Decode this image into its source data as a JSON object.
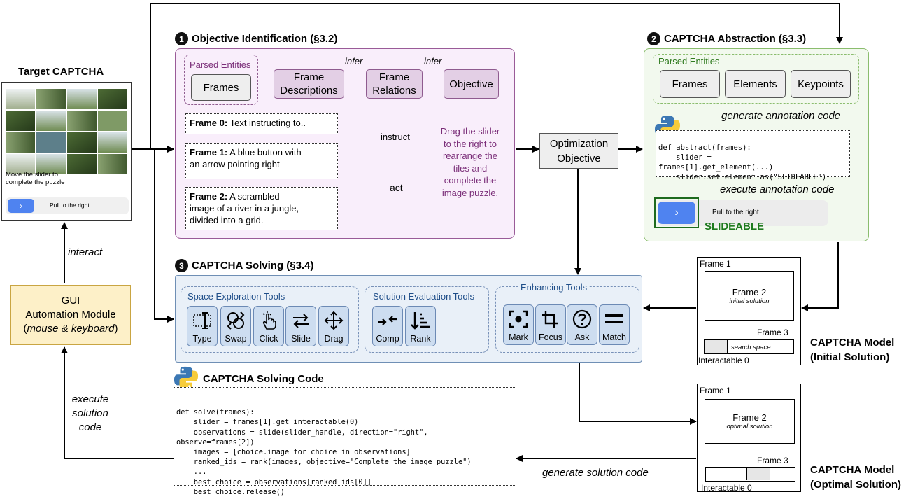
{
  "target": {
    "title": "Target CAPTCHA",
    "instruction_line1": "Move the slider to",
    "instruction_line2": "complete the puzzle",
    "slider_label": "Pull to the right"
  },
  "gui": {
    "line1": "GUI",
    "line2": "Automation Module",
    "line3_italic": "mouse & keyboard",
    "interact": "interact",
    "execute_line1": "execute",
    "execute_line2": "solution",
    "execute_line3": "code"
  },
  "objective_identification": {
    "number": "1",
    "title": "Objective Identification (§3.2)",
    "parsed_entities": "Parsed Entities",
    "frames": "Frames",
    "frame_descriptions_line1": "Frame",
    "frame_descriptions_line2": "Descriptions",
    "frame_relations_line1": "Frame",
    "frame_relations_line2": "Relations",
    "objective": "Objective",
    "infer1": "infer",
    "infer2": "infer",
    "frame0_label": "Frame 0:",
    "frame0_text": "Text instructing to..",
    "frame1_label": "Frame 1:",
    "frame1_text_a": "A blue button with",
    "frame1_text_b": "an arrow pointing right",
    "frame2_label": "Frame 2:",
    "frame2_text_a": "A scrambled",
    "frame2_text_b": "image of a river in a jungle,",
    "frame2_text_c": "divided into a grid.",
    "rel_instruct": "instruct",
    "rel_act": "act",
    "objective_text": [
      "Drag the slider",
      "to the right to",
      "rearrange the",
      "tiles and",
      "complete the",
      "image puzzle."
    ]
  },
  "optimization_objective": {
    "line1": "Optimization",
    "line2": "Objective"
  },
  "abstraction": {
    "number": "2",
    "title": "CAPTCHA Abstraction (§3.3)",
    "parsed_entities": "Parsed Entities",
    "frames": "Frames",
    "elements": "Elements",
    "keypoints": "Keypoints",
    "generate_code": "generate annotation code",
    "execute_code": "execute annotation code",
    "code_lines": [
      "def abstract(frames):",
      "    slider =",
      "frames[1].get_element(...)",
      "    slider.set_element_as(\"SLIDEABLE\")"
    ],
    "slider_label": "Pull to the right",
    "slideable": "SLIDEABLE"
  },
  "solving": {
    "number": "3",
    "title": "CAPTCHA Solving (§3.4)",
    "space_tools_label": "Space Exploration Tools",
    "eval_tools_label": "Solution Evaluation Tools",
    "enhance_tools_label": "Enhancing Tools",
    "tools": {
      "type": "Type",
      "swap": "Swap",
      "click": "Click",
      "slide": "Slide",
      "drag": "Drag",
      "comp": "Comp",
      "rank": "Rank",
      "mark": "Mark",
      "focus": "Focus",
      "ask": "Ask",
      "match": "Match"
    }
  },
  "solving_code": {
    "title": "CAPTCHA Solving Code",
    "generate": "generate solution code",
    "lines": [
      "def solve(frames):",
      "    slider = frames[1].get_interactable(0)",
      "    observations = slide(slider_handle, direction=\"right\",",
      "observe=frames[2])",
      "    images = [choice.image for choice in observations]",
      "    ranked_ids = rank(images, objective=\"Complete the image puzzle\")",
      "    ...",
      "    best_choice = observations[ranked_ids[0]]",
      "    best_choice.release()"
    ]
  },
  "model_initial": {
    "frame1": "Frame 1",
    "frame2": "Frame 2",
    "frame2_sub": "initial solution",
    "frame3": "Frame 3",
    "search_space": "search space",
    "interactable": "Interactable 0",
    "caption_line1": "CAPTCHA Model",
    "caption_line2": "(Initial Solution)"
  },
  "model_optimal": {
    "frame1": "Frame 1",
    "frame2": "Frame 2",
    "frame2_sub": "optimal solution",
    "frame3": "Frame 3",
    "interactable": "Interactable 0",
    "caption_line1": "CAPTCHA Model",
    "caption_line2": "(Optimal Solution)"
  }
}
